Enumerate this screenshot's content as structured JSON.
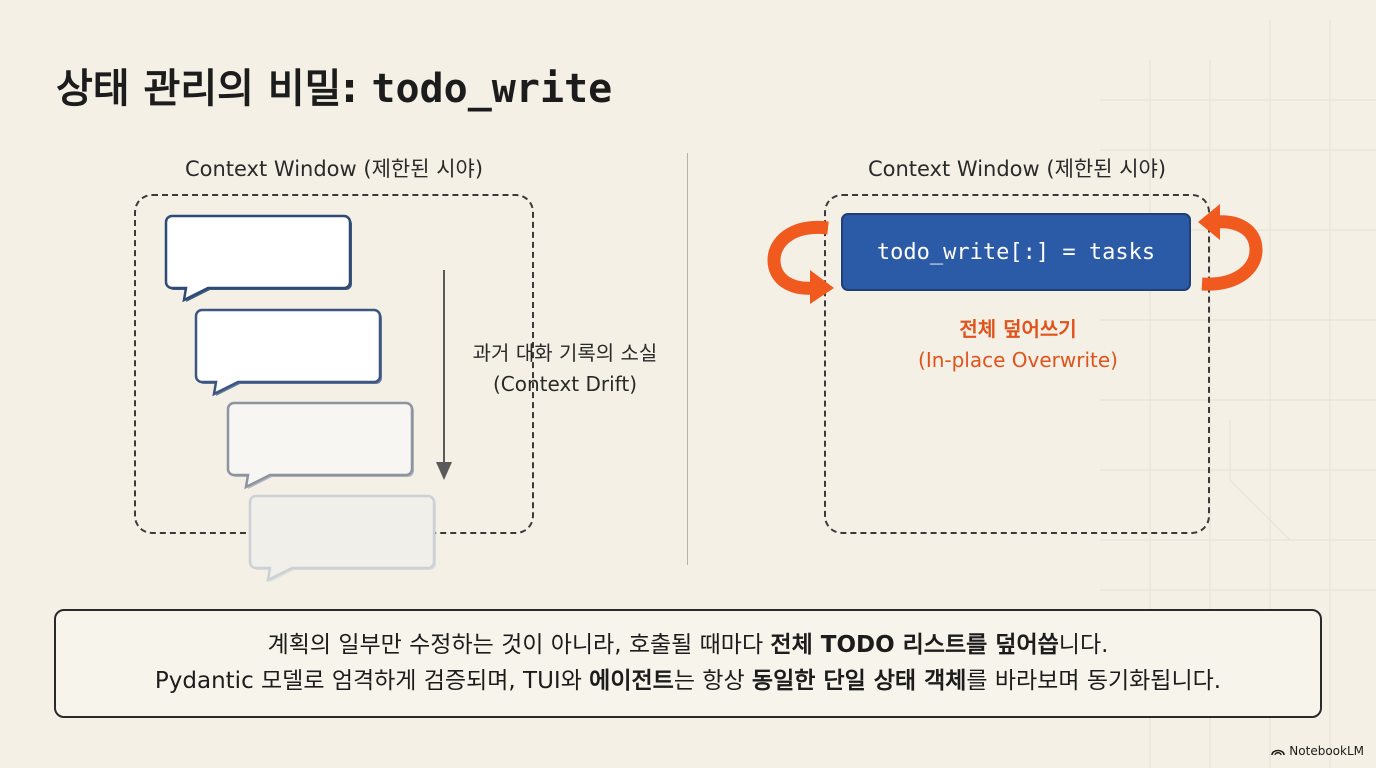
{
  "title": {
    "prefix": "상태 관리의 비밀: ",
    "code": "todo_write"
  },
  "left": {
    "window_label": "Context Window (제한된 시야)",
    "drift_label_ko": "과거 대화 기록의 소실",
    "drift_label_en": "(Context Drift)"
  },
  "right": {
    "window_label": "Context Window (제한된 시야)",
    "code": "todo_write[:] = tasks",
    "overwrite_ko": "전체 덮어쓰기",
    "overwrite_en": "(In-place Overwrite)"
  },
  "summary": {
    "line1_a": "계획의 일부만 수정하는 것이 아니라, 호출될 때마다 ",
    "line1_b": "전체 TODO 리스트를 덮어씁",
    "line1_c": "니다.",
    "line2_a": "Pydantic 모델로 엄격하게 검증되며, TUI와 ",
    "line2_b": "에이전트",
    "line2_c": "는 항상 ",
    "line2_d": "동일한 단일 상태 객체",
    "line2_e": "를 바라보며 동기화됩니다."
  },
  "brand": {
    "name": "NotebookLM"
  },
  "colors": {
    "background": "#f4f0e6",
    "code_box": "#2b5ba6",
    "accent_orange": "#f05a1e",
    "bubble_edge": "#2f4a75"
  },
  "icons": [
    "loop-arrow-icon",
    "down-arrow-icon",
    "speech-bubble-icon",
    "notebooklm-logo-icon"
  ]
}
